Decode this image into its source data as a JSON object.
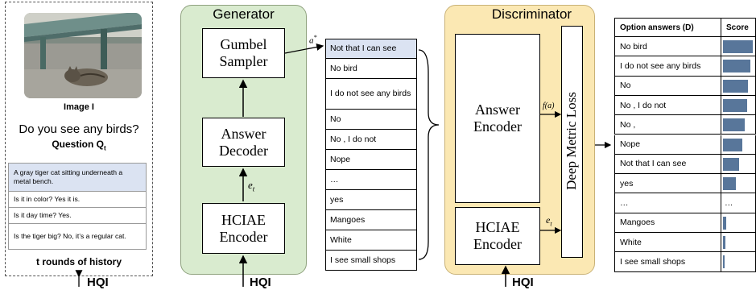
{
  "image_caption": "Image I",
  "question": "Do you see any birds?",
  "question_caption_main": "Question Q",
  "question_caption_sub": "t",
  "history": [
    "A gray tiger cat sitting underneath a metal bench.",
    "Is it in color? Yes it is.",
    "Is it day time? Yes.",
    "Is the tiger big? No, it’s a  regular cat."
  ],
  "history_caption": "t rounds of history",
  "hqi_label": "HQI",
  "generator": {
    "title": "Generator",
    "sampler": "Gumbel Sampler",
    "decoder": "Answer Decoder",
    "encoder": "HCIAE Encoder",
    "e_t_main": "e",
    "e_t_sub": "t"
  },
  "a_star_main": "a",
  "a_star_sup": "*",
  "candidates": [
    "Not that I can see",
    "No bird",
    "I do not see any birds",
    "No",
    "No , I do not",
    "Nope",
    "…",
    "yes",
    "Mangoes",
    "White",
    "I see small shops"
  ],
  "discriminator": {
    "title": "Discriminator",
    "answer_encoder": "Answer Encoder",
    "hciae_encoder": "HCIAE Encoder",
    "loss": "Deep Metric Loss",
    "f_a": "f(a)",
    "e_t_main": "e",
    "e_t_sub": "t"
  },
  "table": {
    "header_answers": "Option answers (D)",
    "header_score": "Score",
    "rows": [
      {
        "answer": "No bird",
        "score": 1.0
      },
      {
        "answer": "I do not see any birds",
        "score": 0.92
      },
      {
        "answer": "No",
        "score": 0.85
      },
      {
        "answer": "No , I do not",
        "score": 0.8
      },
      {
        "answer": "No ,",
        "score": 0.74
      },
      {
        "answer": "Nope",
        "score": 0.64
      },
      {
        "answer": "Not that I can see",
        "score": 0.55
      },
      {
        "answer": "yes",
        "score": 0.42
      },
      {
        "answer": "…",
        "score": null,
        "mark": "…"
      },
      {
        "answer": "Mangoes",
        "score": 0.1
      },
      {
        "answer": "White",
        "score": 0.07
      },
      {
        "answer": "I see small shops",
        "score": 0.05
      }
    ]
  },
  "colors": {
    "generator_bg": "#d9ebcf",
    "discriminator_bg": "#fbe8b3",
    "bar": "#58769a",
    "highlight": "#dbe3f2"
  }
}
